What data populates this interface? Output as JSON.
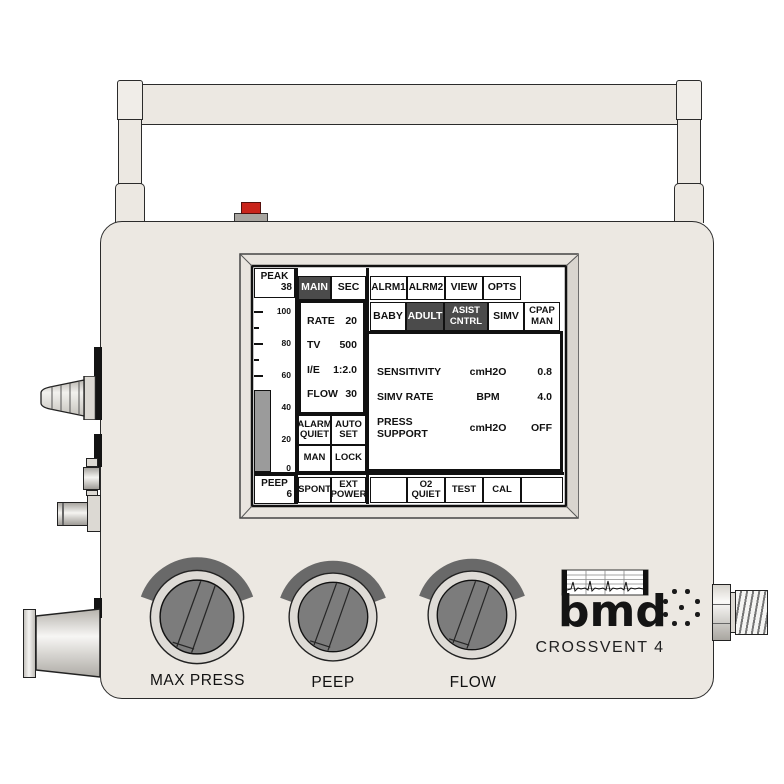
{
  "device": {
    "logo_text": "bmd",
    "model_label": "CROSSVENT 4",
    "knob_labels": [
      "MAX PRESS",
      "PEEP",
      "FLOW"
    ],
    "palette": {
      "body": "#ece8e2",
      "screen_selected": "#4b4b4b",
      "knob_gray": "#7c7c7c",
      "red_button": "#c9241b",
      "bar_gray": "#9b9b9b"
    },
    "icons": [
      "speaker-grille",
      "waveform-strip",
      "power-button"
    ]
  },
  "screen": {
    "tabs": [
      {
        "label": "MAIN",
        "active": true
      },
      {
        "label": "SEC",
        "active": false
      },
      {
        "label": "ALRM1",
        "active": false
      },
      {
        "label": "ALRM2",
        "active": false
      },
      {
        "label": "VIEW",
        "active": false
      },
      {
        "label": "OPTS",
        "active": false
      }
    ],
    "modes": [
      {
        "line1": "BABY",
        "line2": "",
        "active": false
      },
      {
        "line1": "ADULT",
        "line2": "",
        "active": true
      },
      {
        "line1": "ASIST",
        "line2": "CNTRL",
        "active": true
      },
      {
        "line1": "SIMV",
        "line2": "",
        "active": false
      },
      {
        "line1": "CPAP",
        "line2": "MAN",
        "active": false
      }
    ],
    "gauge": {
      "top_label": "PEAK",
      "top_value": "38",
      "bottom_label": "PEEP",
      "bottom_value": "6",
      "tick_labels": [
        "100",
        "80",
        "60",
        "40",
        "20",
        "0"
      ],
      "bar_percent": 47
    },
    "settings": [
      {
        "label": "RATE",
        "value": "20"
      },
      {
        "label": "TV",
        "value": "500"
      },
      {
        "label": "I/E",
        "value": "1:2.0"
      },
      {
        "label": "FLOW",
        "value": "30"
      }
    ],
    "soft_buttons": [
      {
        "line1": "ALARM",
        "line2": "QUIET"
      },
      {
        "line1": "AUTO",
        "line2": "SET"
      },
      {
        "line1": "MAN",
        "line2": ""
      },
      {
        "line1": "LOCK",
        "line2": ""
      }
    ],
    "params": [
      {
        "label": "SENSITIVITY",
        "unit": "cmH2O",
        "value": "0.8"
      },
      {
        "label": "SIMV RATE",
        "unit": "BPM",
        "value": "4.0"
      },
      {
        "label": "PRESS SUPPORT",
        "unit": "cmH2O",
        "value": "OFF"
      }
    ],
    "bottom_row": [
      {
        "line1": "SPONT",
        "line2": ""
      },
      {
        "line1": "EXT",
        "line2": "POWER"
      },
      {
        "line1": "",
        "line2": ""
      },
      {
        "line1": "O2",
        "line2": "QUIET"
      },
      {
        "line1": "TEST",
        "line2": ""
      },
      {
        "line1": "CAL",
        "line2": ""
      }
    ]
  }
}
